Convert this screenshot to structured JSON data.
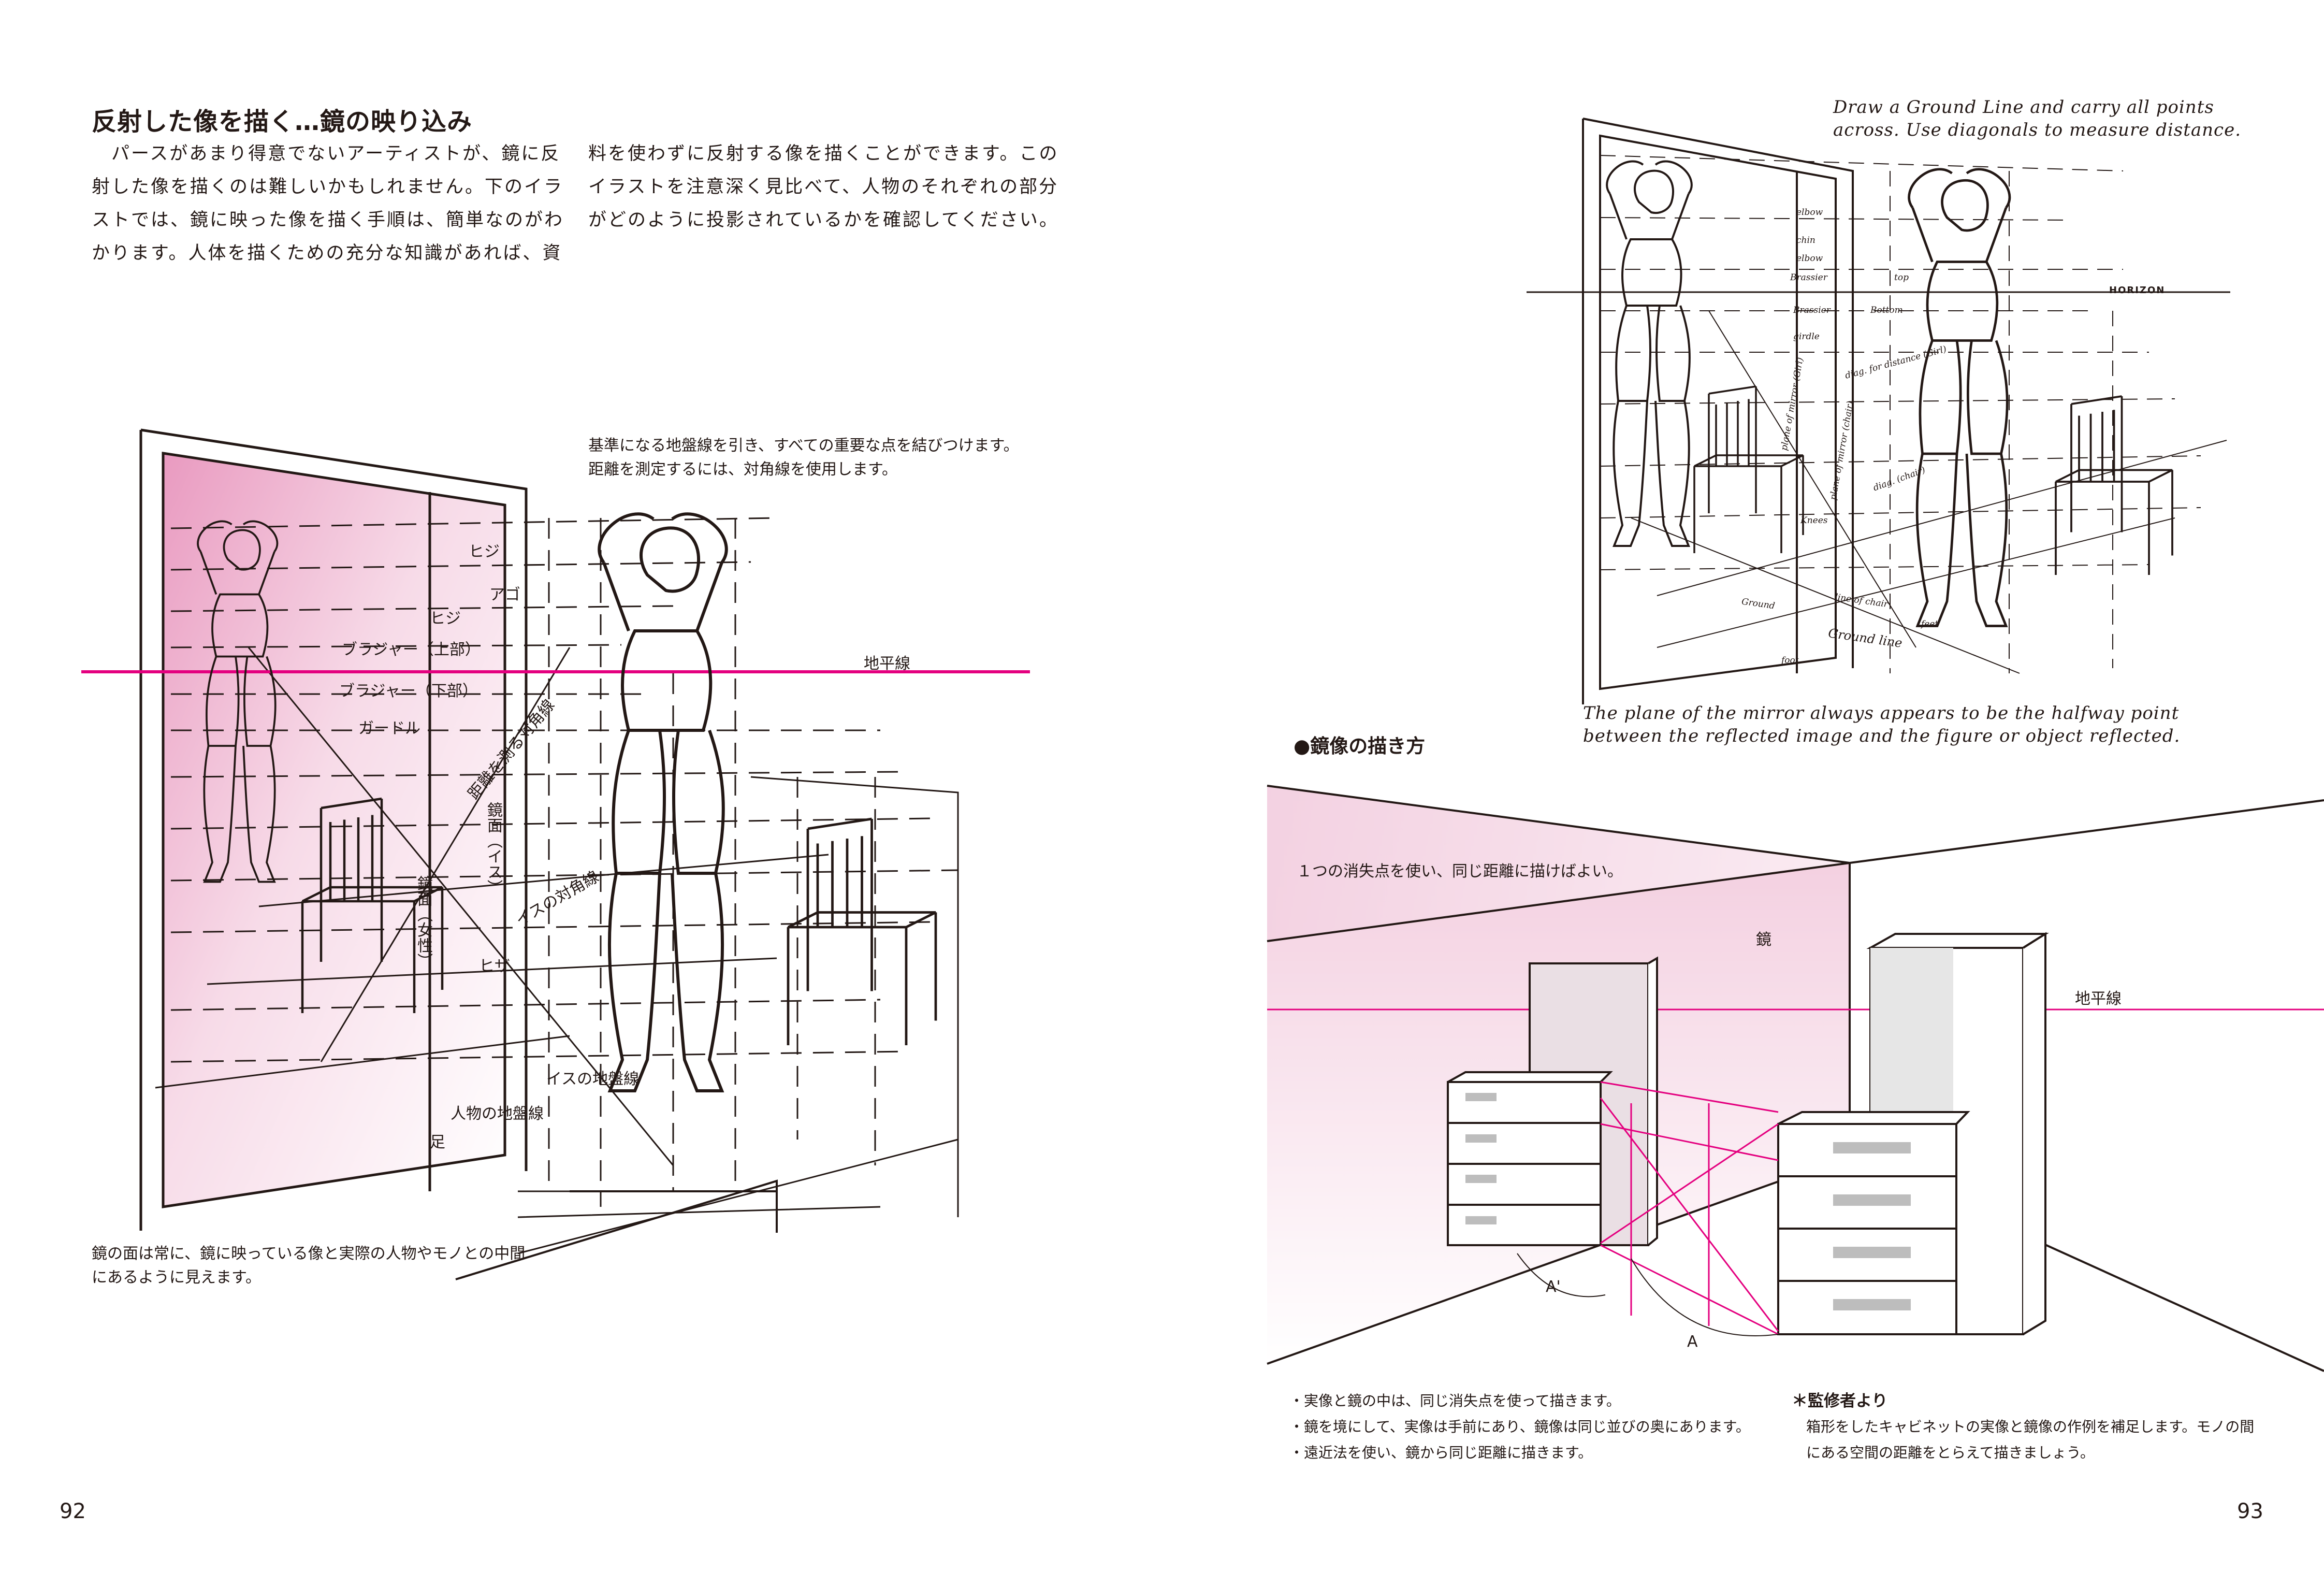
{
  "left_page": {
    "title": "反射した像を描く…鏡の映り込み",
    "body_col1": [
      "　パースがあまり得意でないアーティストが、鏡に反",
      "射した像を描くのは難しいかもしれません。下のイラ",
      "ストでは、鏡に映った像を描く手順は、簡単なのがわ",
      "かります。人体を描くための充分な知識があれば、資"
    ],
    "body_col2": [
      "料を使わずに反射する像を描くことができます。この",
      "イラストを注意深く見比べて、人物のそれぞれの部分",
      "がどのように投影されているかを確認してください。"
    ],
    "illustration_caption": [
      "基準になる地盤線を引き、すべての重要な点を結びつけます。",
      "距離を測定するには、対角線を使用します。"
    ],
    "labels": {
      "elbow1": "ヒジ",
      "chin": "アゴ",
      "elbow2": "ヒジ",
      "bra_top": "ブラジャー（上部）",
      "bra_bottom": "ブラジャー（下部）",
      "girdle": "ガードル",
      "diag_distance": "距離を測る対角線",
      "mirror_chair": "鏡面（イス）",
      "mirror_woman": "鏡面（女性）",
      "diag_chair": "イスの対角線",
      "knee": "ヒザ",
      "chair_groundline": "イスの地盤線",
      "figure_groundline": "人物の地盤線",
      "foot": "足",
      "horizon": "地平線"
    },
    "bottom_caption": [
      "鏡の面は常に、鏡に映っている像と実際の人物やモノとの中間",
      "にあるように見えます。"
    ],
    "page_number": "92"
  },
  "right_page": {
    "top_note": [
      "Draw a Ground Line and carry all points",
      "across.  Use diagonals to measure distance."
    ],
    "horizon_label": "HORIZON",
    "sketch_labels": {
      "elbow1": "elbow",
      "chin": "chin",
      "elbow2": "elbow",
      "brassier_top": "Brassier",
      "top": "top",
      "brassier_bottom": "Brassier",
      "bottom": "Bottom",
      "girdle": "girdle",
      "plane_girl": "plane of mirror (Girl)",
      "diag_girl": "diag. for distance (Girl)",
      "plane_chair": "plane of mirror (chair)",
      "diag_chair": "diag. (chair)",
      "knees": "Knees",
      "ground": "Ground",
      "line_of_chair": "line of chair",
      "ground_line": "Ground line",
      "feet": "feet",
      "foot": "foot"
    },
    "bottom_note": [
      "The plane of the mirror always appears to be the halfway point",
      "between the reflected image and the figure or object reflected."
    ],
    "section_title": "●鏡像の描き方",
    "diagram": {
      "caption": "１つの消失点を使い、同じ距離に描けばよい。",
      "mirror_label": "鏡",
      "horizon_label": "地平線",
      "point_a_prime": "A'",
      "point_a": "A"
    },
    "bullets": [
      "・実像と鏡の中は、同じ消失点を使って描きます。",
      "・鏡を境にして、実像は手前にあり、鏡像は同じ並びの奥にあります。",
      "・遠近法を使い、鏡から同じ距離に描きます。"
    ],
    "supervisor_title": "＊監修者より",
    "supervisor_text": [
      "箱形をしたキャビネットの実像と鏡像の作例を補足します。モノの間",
      "にある空間の距離をとらえて描きましょう。"
    ],
    "page_number": "93"
  },
  "colors": {
    "accent": "#e4007f",
    "pink_light": "#f3c6dc",
    "ink": "#231815"
  }
}
